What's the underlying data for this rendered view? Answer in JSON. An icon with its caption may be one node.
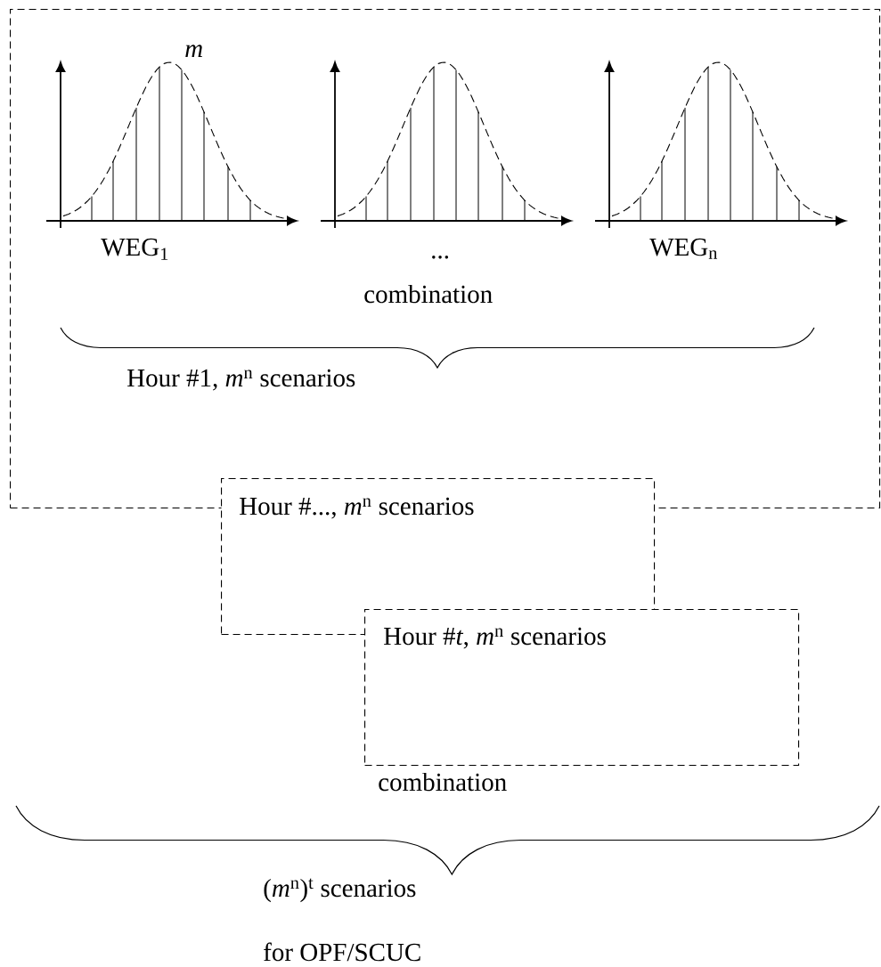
{
  "diagram": {
    "nodes": [
      {
        "text": [
          "Hour #1, *m*$^{n}$ scenarios"
        ]
      },
      {
        "text": [
          "Hour #..., *m*$^{n}$ scenarios"
        ]
      },
      {
        "text": [
          "Hour #*t*, *m*$^{n}$ scenarios"
        ]
      }
    ],
    "labels": [
      "m",
      "WEG$_{1}$",
      "...",
      "WEG$_{n}$",
      "combination",
      "combination",
      "(*m*$^{n}$)$^{t}$ scenarios",
      "for OPF/SCUC"
    ]
  }
}
